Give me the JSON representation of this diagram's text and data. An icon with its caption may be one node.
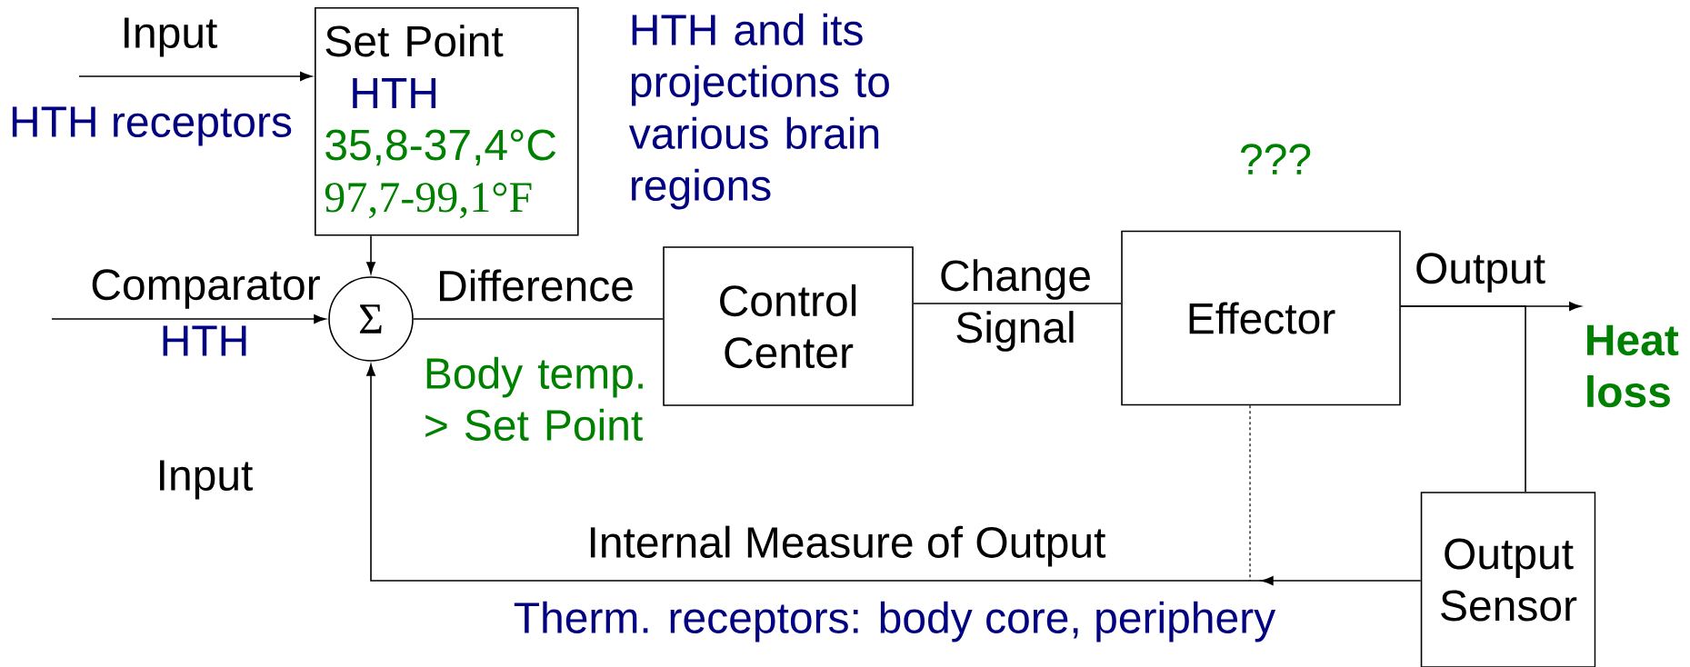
{
  "diagram": {
    "nodes": [
      {
        "text": [
          "Set Point",
          "HTH",
          "35,8-37,4°C",
          "97,7-99,1°F"
        ]
      },
      {
        "text": [
          "Σ"
        ]
      },
      {
        "text": [
          "Control Center"
        ]
      },
      {
        "text": [
          "Effector"
        ]
      },
      {
        "text": [
          "Output Sensor"
        ]
      },
      {
        "text": [
          "Heat loss"
        ]
      }
    ],
    "edges": [
      {
        "from": null,
        "to": 0,
        "arrow": "to",
        "label": "Input"
      },
      {
        "from": 0,
        "to": 1,
        "arrow": "to"
      },
      {
        "from": null,
        "to": 1,
        "arrow": "to",
        "label": "Comparator"
      },
      {
        "from": 1,
        "to": 2,
        "arrow": "none",
        "label": "Difference"
      },
      {
        "from": 2,
        "to": 3,
        "arrow": "none",
        "label": "Change Signal"
      },
      {
        "from": 3,
        "to": 5,
        "arrow": "to",
        "label": "Output"
      },
      {
        "from": 3,
        "to": 4,
        "arrow": "none"
      },
      {
        "from": 4,
        "to": 1,
        "arrow": "to",
        "label": "Internal Measure of Output"
      },
      {
        "from": 3,
        "to": null,
        "arrow": "none",
        "style": "dashed"
      }
    ],
    "labels": [
      "HTH and its projections to various brain regions",
      "HTH receptors",
      "???",
      "HTH",
      "Body temp. > Set Point",
      "Input",
      "Therm. receptors: body core, periphery"
    ]
  }
}
